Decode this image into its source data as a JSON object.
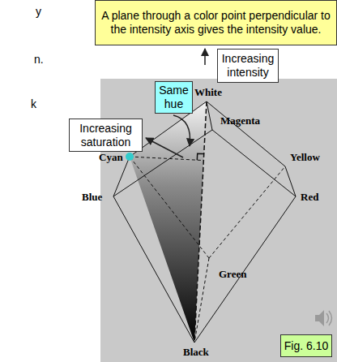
{
  "diagram": {
    "nodes": [
      {
        "text": [
          "A plane through a color point perpendicular to the intensity axis gives the intensity value."
        ]
      },
      {
        "text": [
          "Increasing intensity"
        ]
      },
      {
        "text": [
          "Same hue"
        ]
      },
      {
        "text": [
          "Increasing saturation"
        ]
      },
      {
        "text": [
          "Fig. 6.10"
        ]
      }
    ],
    "labels": [
      "White",
      "Magenta",
      "Yellow",
      "Cyan",
      "Blue",
      "Red",
      "Green",
      "Black",
      "y",
      "n.",
      "k"
    ]
  }
}
